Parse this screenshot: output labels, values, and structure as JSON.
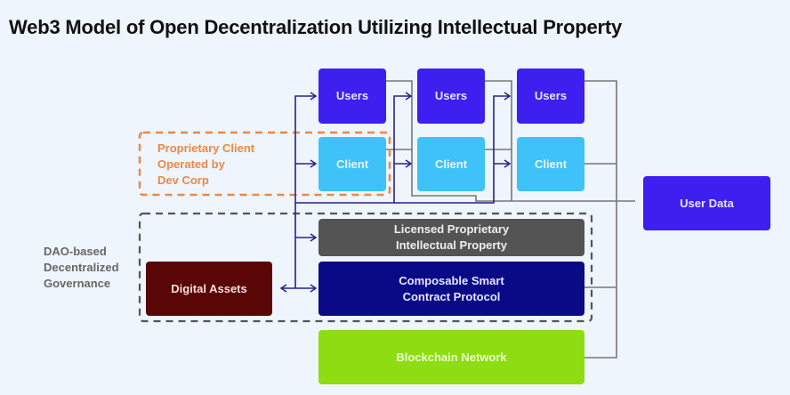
{
  "title": "Web3 Model of Open Decentralization Utilizing Intellectual Property",
  "nodes": {
    "users": [
      "Users",
      "Users",
      "Users"
    ],
    "clients": [
      "Client",
      "Client",
      "Client"
    ],
    "user_data": "User Data",
    "licensed_ip": [
      "Licensed Proprietary",
      "Intellectual Property"
    ],
    "smart_contract": [
      "Composable Smart",
      "Contract Protocol"
    ],
    "blockchain": "Blockchain Network",
    "digital_assets": "Digital Assets"
  },
  "groups": {
    "proprietary_client": [
      "Proprietary Client",
      "Operated by",
      "Dev Corp"
    ],
    "dao": [
      "DAO-based",
      "Decentralized",
      "Governance"
    ]
  },
  "colors": {
    "users": "#3d1ff0",
    "client": "#3ec2f8",
    "licensed_ip": "#545454",
    "smart_contract": "#0a0a86",
    "blockchain": "#8edc12",
    "digital_assets": "#5a0606",
    "proprietary_border": "#e88a45",
    "dao_border": "#555555",
    "arrow": "#2c1f8c",
    "connector": "#777777"
  }
}
